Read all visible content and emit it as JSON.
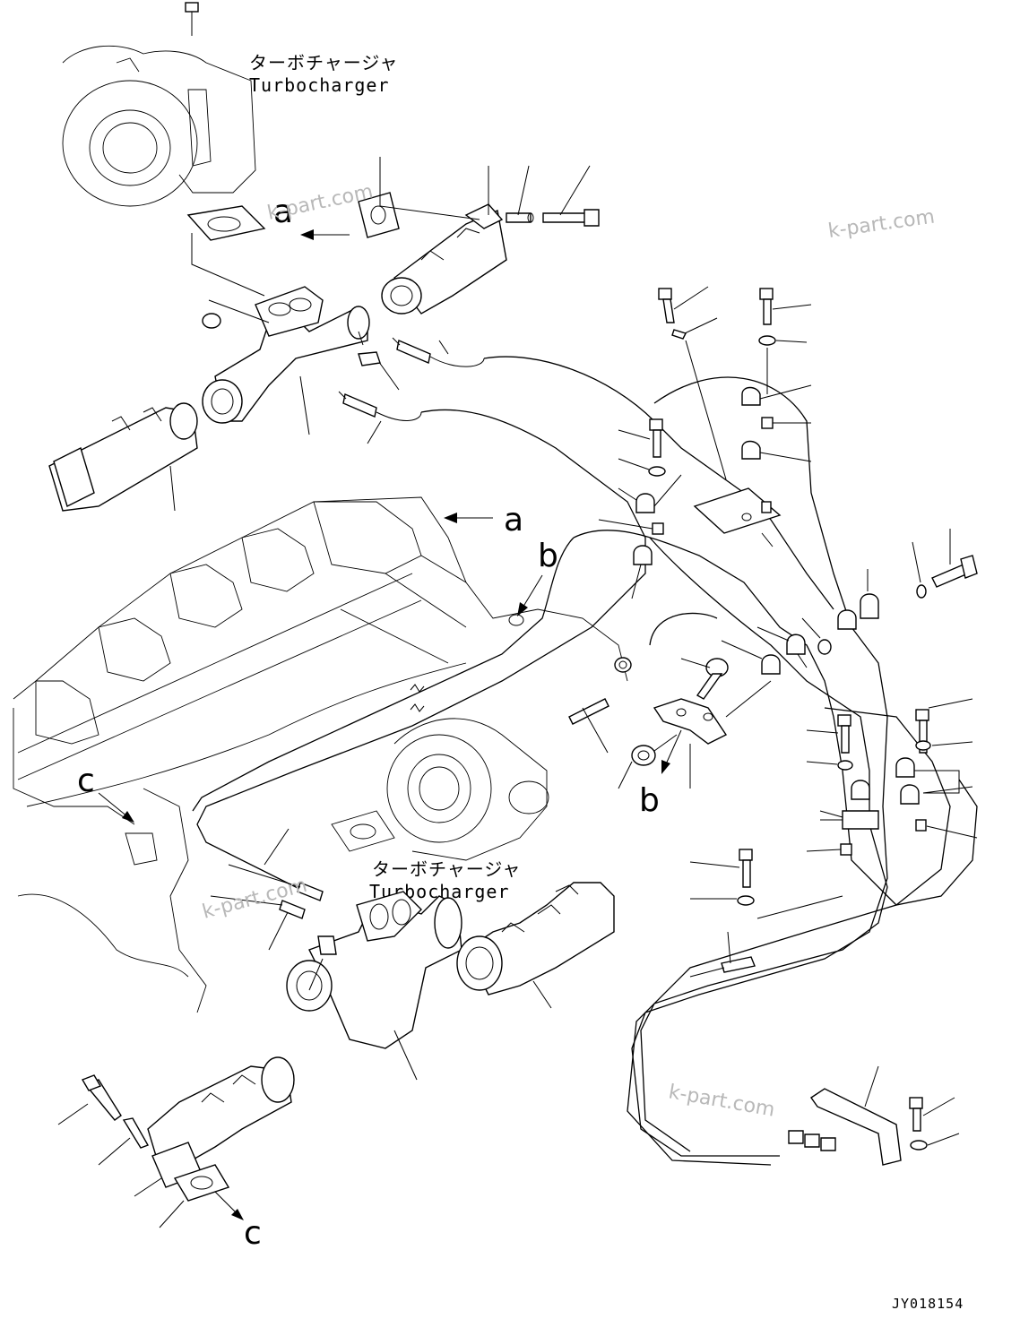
{
  "labels": {
    "turbo_top_jp": "ターボチャージャ",
    "turbo_top_en": "Turbocharger",
    "turbo_mid_jp": "ターボチャージャ",
    "turbo_mid_en": "Turbocharger",
    "callout_a_top": "a",
    "callout_a_right": "a",
    "callout_b_left": "b",
    "callout_b_right": "b",
    "callout_c_left": "c",
    "callout_c_bottom": "c",
    "drawing_code": "JY018154"
  },
  "watermarks": [
    "k-part.com",
    "k-part.com",
    "k-part.com",
    "k-part.com"
  ],
  "colors": {
    "line": "#000000",
    "background": "#ffffff",
    "watermark": "#b8b8b8"
  }
}
